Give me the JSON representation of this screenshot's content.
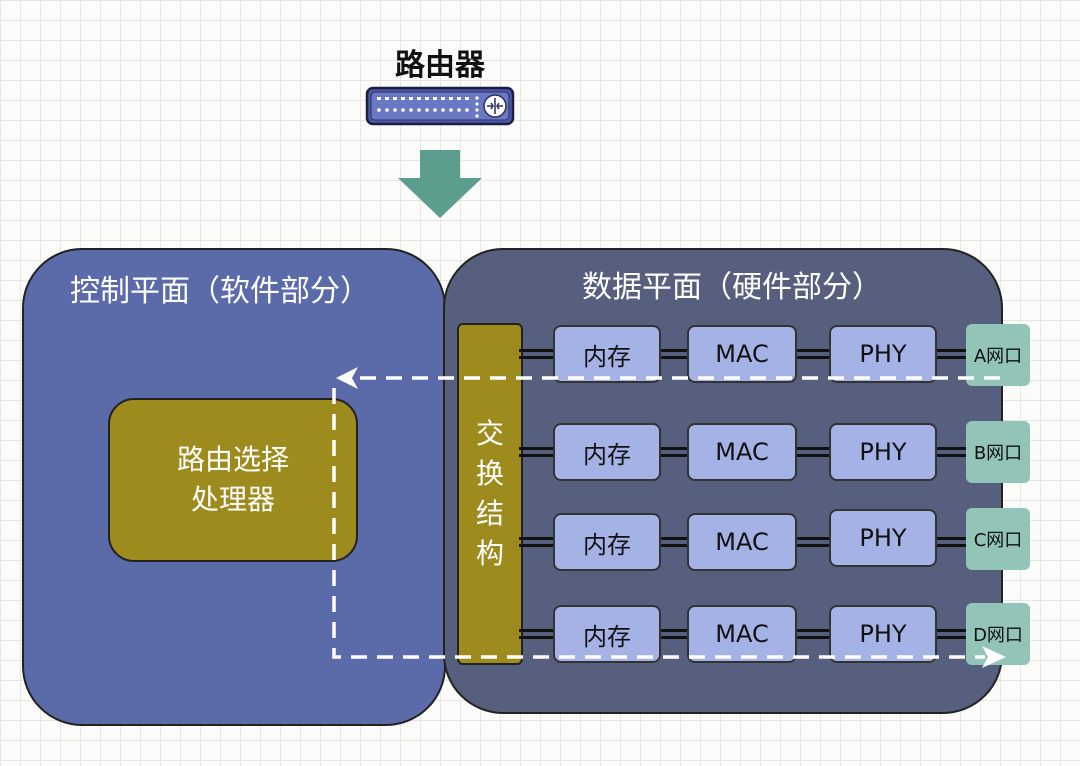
{
  "router": {
    "title": "路由器"
  },
  "control_plane": {
    "title": "控制平面（软件部分）",
    "processor_line1": "路由选择",
    "processor_line2": "处理器"
  },
  "data_plane": {
    "title": "数据平面（硬件部分）",
    "switch_chars": [
      "交",
      "换",
      "结",
      "构"
    ],
    "rows": [
      {
        "memory": "内存",
        "mac": "MAC",
        "phy": "PHY",
        "port": "A网口"
      },
      {
        "memory": "内存",
        "mac": "MAC",
        "phy": "PHY",
        "port": "B网口"
      },
      {
        "memory": "内存",
        "mac": "MAC",
        "phy": "PHY",
        "port": "C网口"
      },
      {
        "memory": "内存",
        "mac": "MAC",
        "phy": "PHY",
        "port": "D网口"
      }
    ]
  },
  "colors": {
    "control_plane": "#5b6aa8",
    "data_plane": "#56607e",
    "olive": "#9e8b1e",
    "component": "#a4b2e6",
    "port": "#93c4b8",
    "arrow": "#5c9e8e"
  }
}
